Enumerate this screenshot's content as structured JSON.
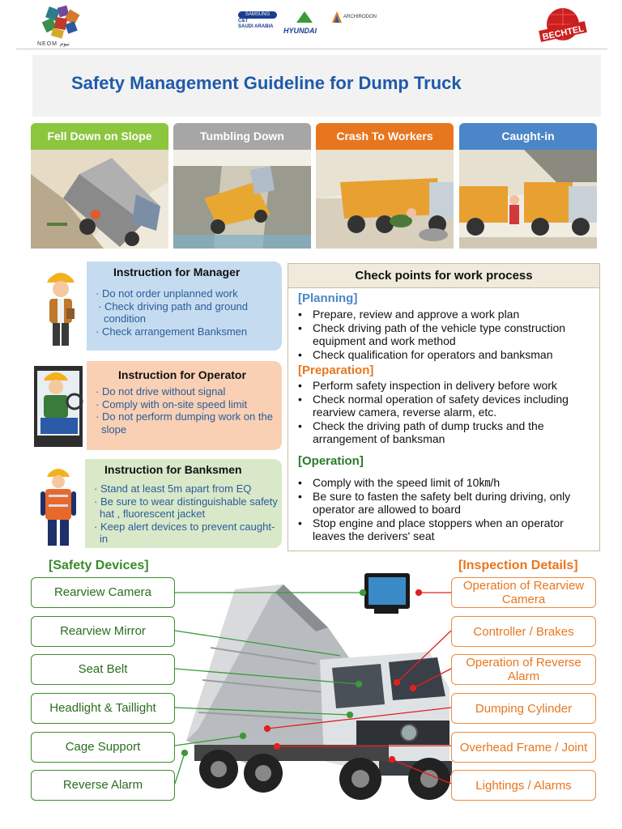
{
  "header": {
    "neom_text": "NEOM نيوم",
    "partners": [
      "SAMSUNG C&T SAUDI ARABIA",
      "HYUNDAI",
      "ARCHIRODON"
    ],
    "bechtel": "BECHTEL"
  },
  "title": "Safety Management Guideline for Dump Truck",
  "accidents": [
    {
      "label": "Fell Down on Slope",
      "color": "#8cc63f"
    },
    {
      "label": "Tumbling Down",
      "color": "#a6a6a6"
    },
    {
      "label": "Crash To Workers",
      "color": "#e8761e"
    },
    {
      "label": "Caught-in",
      "color": "#4a86c8"
    }
  ],
  "manager": {
    "title": "Instruction for Manager",
    "items": [
      "· Do not order unplanned work",
      "· Check driving path and ground condition",
      "· Check arrangement Banksmen"
    ]
  },
  "operator": {
    "title": "Instruction for Operator",
    "items": [
      "· Do not drive without signal",
      "· Comply with on-site speed limit",
      "· Do not perform dumping work on the slope"
    ]
  },
  "banksmen": {
    "title": "Instruction for Banksmen",
    "items": [
      "· Stand at least 5m apart from EQ",
      "· Be sure to wear distinguishable safety hat , fluorescent jacket",
      "· Keep alert devices to prevent caught-in"
    ]
  },
  "checkpoints": {
    "title": "Check points for work process",
    "planning": {
      "label": "[Planning]",
      "items": [
        "Prepare, review and approve a work plan",
        "Check driving path of the vehicle type construction equipment and work method",
        "Check qualification for operators and banksman"
      ]
    },
    "preparation": {
      "label": "[Preparation]",
      "items": [
        "Perform safety inspection in delivery before work",
        "Check normal operation of safety devices including rearview camera, reverse alarm, etc.",
        "Check the driving path of dump trucks and the arrangement of banksman"
      ]
    },
    "operation": {
      "label": "[Operation]",
      "items": [
        "Comply with the speed limit of 10㎞/h",
        "Be sure to fasten the safety belt during driving, only operator are allowed to board",
        "Stop engine and place stoppers when an operator leaves the derivers' seat"
      ]
    }
  },
  "safety_devices": {
    "title": "[Safety Devices]",
    "items": [
      "Rearview Camera",
      "Rearview Mirror",
      "Seat Belt",
      "Headlight & Taillight",
      "Cage Support",
      "Reverse Alarm"
    ]
  },
  "inspection": {
    "title": "[Inspection Details]",
    "items": [
      "Operation of Rearview Camera",
      "Controller / Brakes",
      "Operation of Reverse Alarm",
      "Dumping Cylinder",
      "Overhead Frame / Joint",
      "Lightings / Alarms"
    ]
  }
}
